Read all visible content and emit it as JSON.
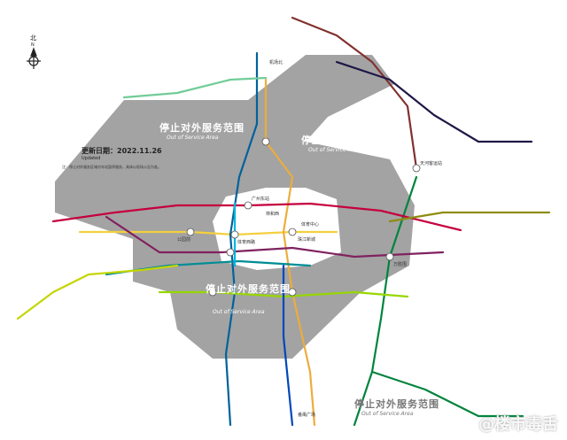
{
  "map": {
    "compass": {
      "label_cn": "北",
      "label_en": "N"
    },
    "update": {
      "date_label": "更新日期：2022.11.26",
      "date_en": "Updated",
      "note": "注：停止对外服务区域内车站暂停服务，具体以现场公告为准。"
    },
    "zones": [
      {
        "title": "停止对外服务范围",
        "subtitle": "Out of Service Area"
      },
      {
        "title": "停止对外服务范围",
        "subtitle": "Out of Service Area"
      },
      {
        "title": "停止对外服务范围",
        "subtitle": "Out of Service Area"
      },
      {
        "title": "停止对外服务范围",
        "subtitle": "Out of Service Area"
      }
    ],
    "stations": [
      "林和西",
      "体育中心",
      "广州东站",
      "天河客运站",
      "体育西路",
      "公园前",
      "珠江新城",
      "万胜围",
      "机场北",
      "番禺广场"
    ],
    "colors": {
      "zone": "#9e9e9e",
      "line1": "#f3d03e",
      "line2": "#00629b",
      "line3": "#ecad3c",
      "line4": "#00843d",
      "line5": "#c5003e",
      "line6": "#80225f",
      "line7": "#97d700",
      "line8": "#008c95",
      "line9": "#71cc98",
      "line13": "#8e8c13",
      "line14": "#81312f",
      "line21": "#201747",
      "apm": "#00b5e2",
      "guangfo": "#c4d600",
      "line18": "#0047bb"
    }
  },
  "watermark": "@楼市毒舌"
}
